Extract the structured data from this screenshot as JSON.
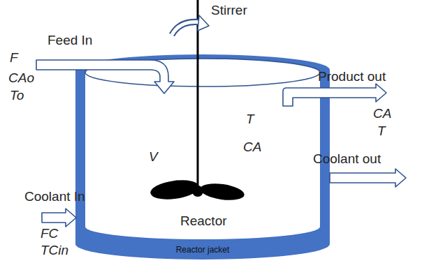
{
  "diagram": {
    "nodes": [
      {
        "text": [
          "Reactor jacket"
        ]
      },
      {
        "text": [
          "V",
          "T",
          "CA",
          "Reactor"
        ],
        "in": 0
      }
    ],
    "labels": [
      "Stirrer",
      "Feed In",
      "F",
      "CAo",
      "To",
      "Product out",
      "CA",
      "T",
      "Coolant out",
      "Coolant In",
      "FC",
      "TCin"
    ]
  }
}
